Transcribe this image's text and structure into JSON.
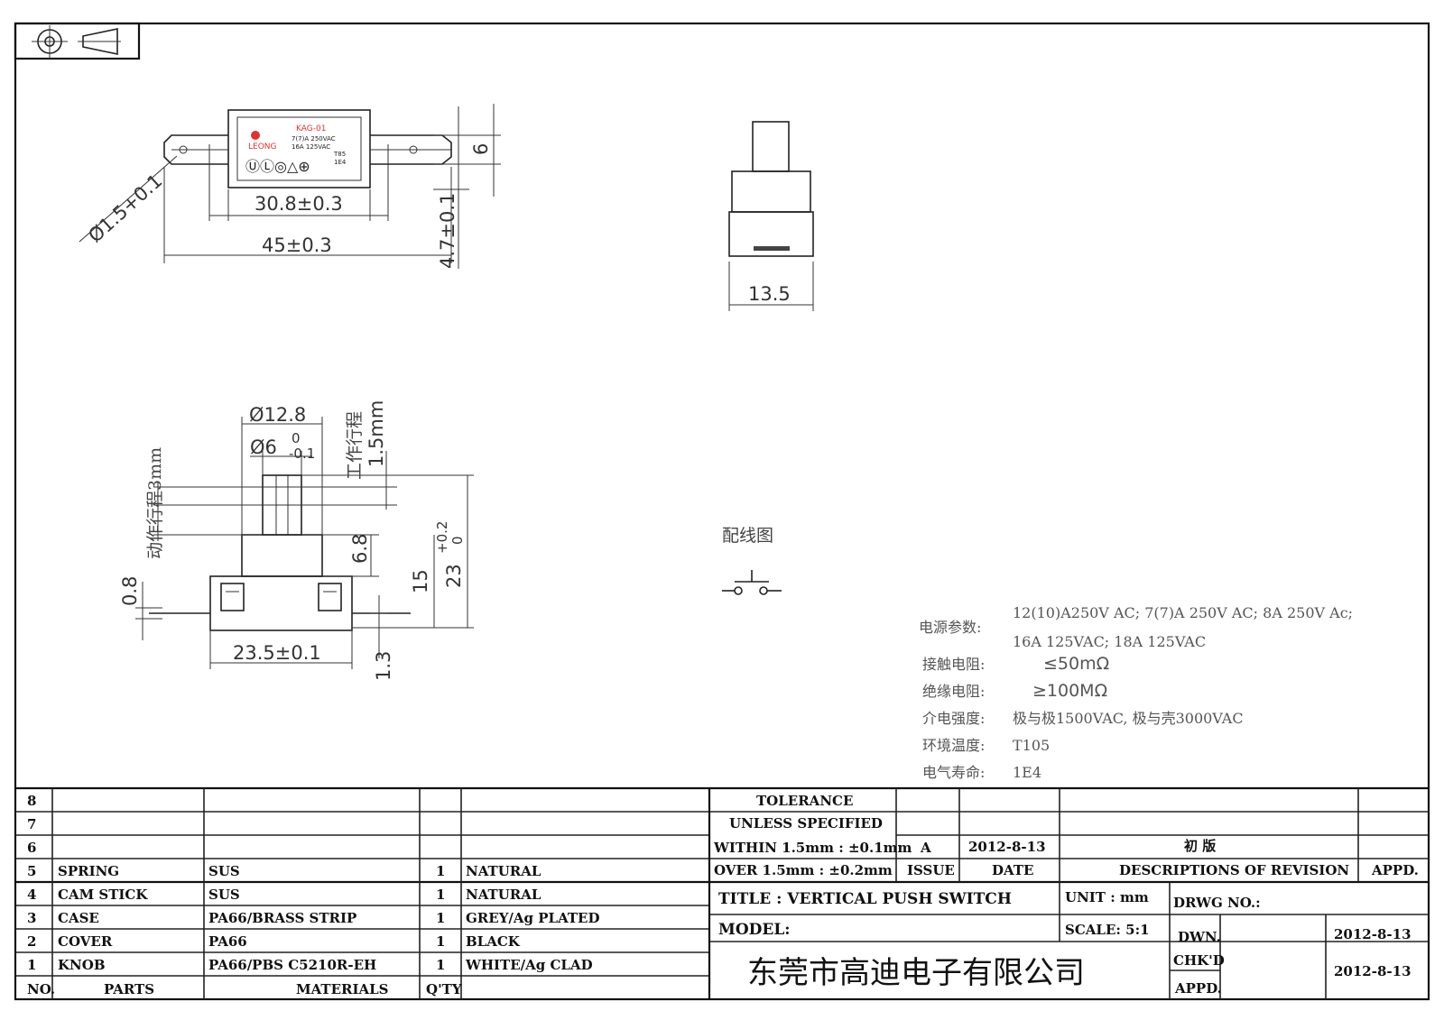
{
  "top_view": {
    "label_model": "KAG-01",
    "label_brand": "LEONG",
    "label_rating1": "7(7)A 250VAC",
    "label_rating2": "16A 125VAC",
    "label_t": "T85",
    "label_e": "1E4",
    "dim_hole": "Ø1.5+0.1",
    "dim_body": "30.8±0.3",
    "dim_total": "45±0.3",
    "dim_tab_height": "6",
    "dim_tab_offset": "4.7±0.1"
  },
  "side_view": {
    "dim_width": "13.5"
  },
  "front_view": {
    "dim_knob_dia": "Ø12.8",
    "dim_stem_dia": "Ø6",
    "dim_stem_tol_upper": "0",
    "dim_stem_tol_lower": "-0.1",
    "travel_label": "工作行程",
    "travel_value": "1.5mm",
    "action_travel_label": "动作行程3mm",
    "dim_6_8": "6.8",
    "dim_15": "15",
    "dim_23": "23",
    "dim_23_tol_upper": "+0.2",
    "dim_23_tol_lower": "0",
    "dim_0_8": "0.8",
    "dim_23_5": "23.5±0.1",
    "dim_1_3": "1.3"
  },
  "wiring": {
    "title": "配线图"
  },
  "specs": {
    "power_label": "电源参数:",
    "power_line1": "12(10)A250V AC; 7(7)A 250V AC; 8A 250V Ac;",
    "power_line2": "16A 125VAC; 18A 125VAC",
    "contact_label": "接触电阻:",
    "contact_value": "≤50mΩ",
    "insulation_label": "绝缘电阻:",
    "insulation_value": "≥100MΩ",
    "dielectric_label": "介电强度:",
    "dielectric_value": "极与极1500VAC, 极与壳3000VAC",
    "temp_label": "环境温度:",
    "temp_value": "T105",
    "life_label": "电气寿命:",
    "life_value": "1E4"
  },
  "bom": {
    "rows": [
      {
        "no": "8",
        "part": "",
        "material": "",
        "qty": "",
        "finish": ""
      },
      {
        "no": "7",
        "part": "",
        "material": "",
        "qty": "",
        "finish": ""
      },
      {
        "no": "6",
        "part": "",
        "material": "",
        "qty": "",
        "finish": ""
      },
      {
        "no": "5",
        "part": "SPRING",
        "material": "SUS",
        "qty": "1",
        "finish": "NATURAL"
      },
      {
        "no": "4",
        "part": "CAM STICK",
        "material": "SUS",
        "qty": "1",
        "finish": "NATURAL"
      },
      {
        "no": "3",
        "part": "CASE",
        "material": "PA66/BRASS STRIP",
        "qty": "1",
        "finish": "GREY/Ag PLATED"
      },
      {
        "no": "2",
        "part": "COVER",
        "material": "PA66",
        "qty": "1",
        "finish": "BLACK"
      },
      {
        "no": "1",
        "part": "KNOB",
        "material": "PA66/PBS C5210R-EH",
        "qty": "1",
        "finish": "WHITE/Ag CLAD"
      }
    ],
    "header_no": "NO.",
    "header_parts": "PARTS",
    "header_materials": "MATERIALS",
    "header_qty": "Q'TY"
  },
  "title_block": {
    "tolerance": "TOLERANCE",
    "unless": "UNLESS SPECIFIED",
    "within": "WITHIN 1.5mm : ±0.1mm",
    "over": "OVER 1.5mm : ±0.2mm",
    "issue_value": "A",
    "date_value": "2012-8-13",
    "revision_value": "初 版",
    "issue_header": "ISSUE",
    "date_header": "DATE",
    "revision_header": "DESCRIPTIONS OF REVISION",
    "appd_header": "APPD.",
    "title": "TITLE :  VERTICAL PUSH SWITCH",
    "unit": "UNIT :   mm",
    "drwg_no": "DRWG NO.:",
    "model": "MODEL:",
    "scale": "SCALE:   5:1",
    "dwn": "DWN.",
    "dwn_date": "2012-8-13",
    "chkd": "CHK'D",
    "chkd_date": "2012-8-13",
    "appd": "APPD.",
    "company": "东莞市高迪电子有限公司"
  }
}
